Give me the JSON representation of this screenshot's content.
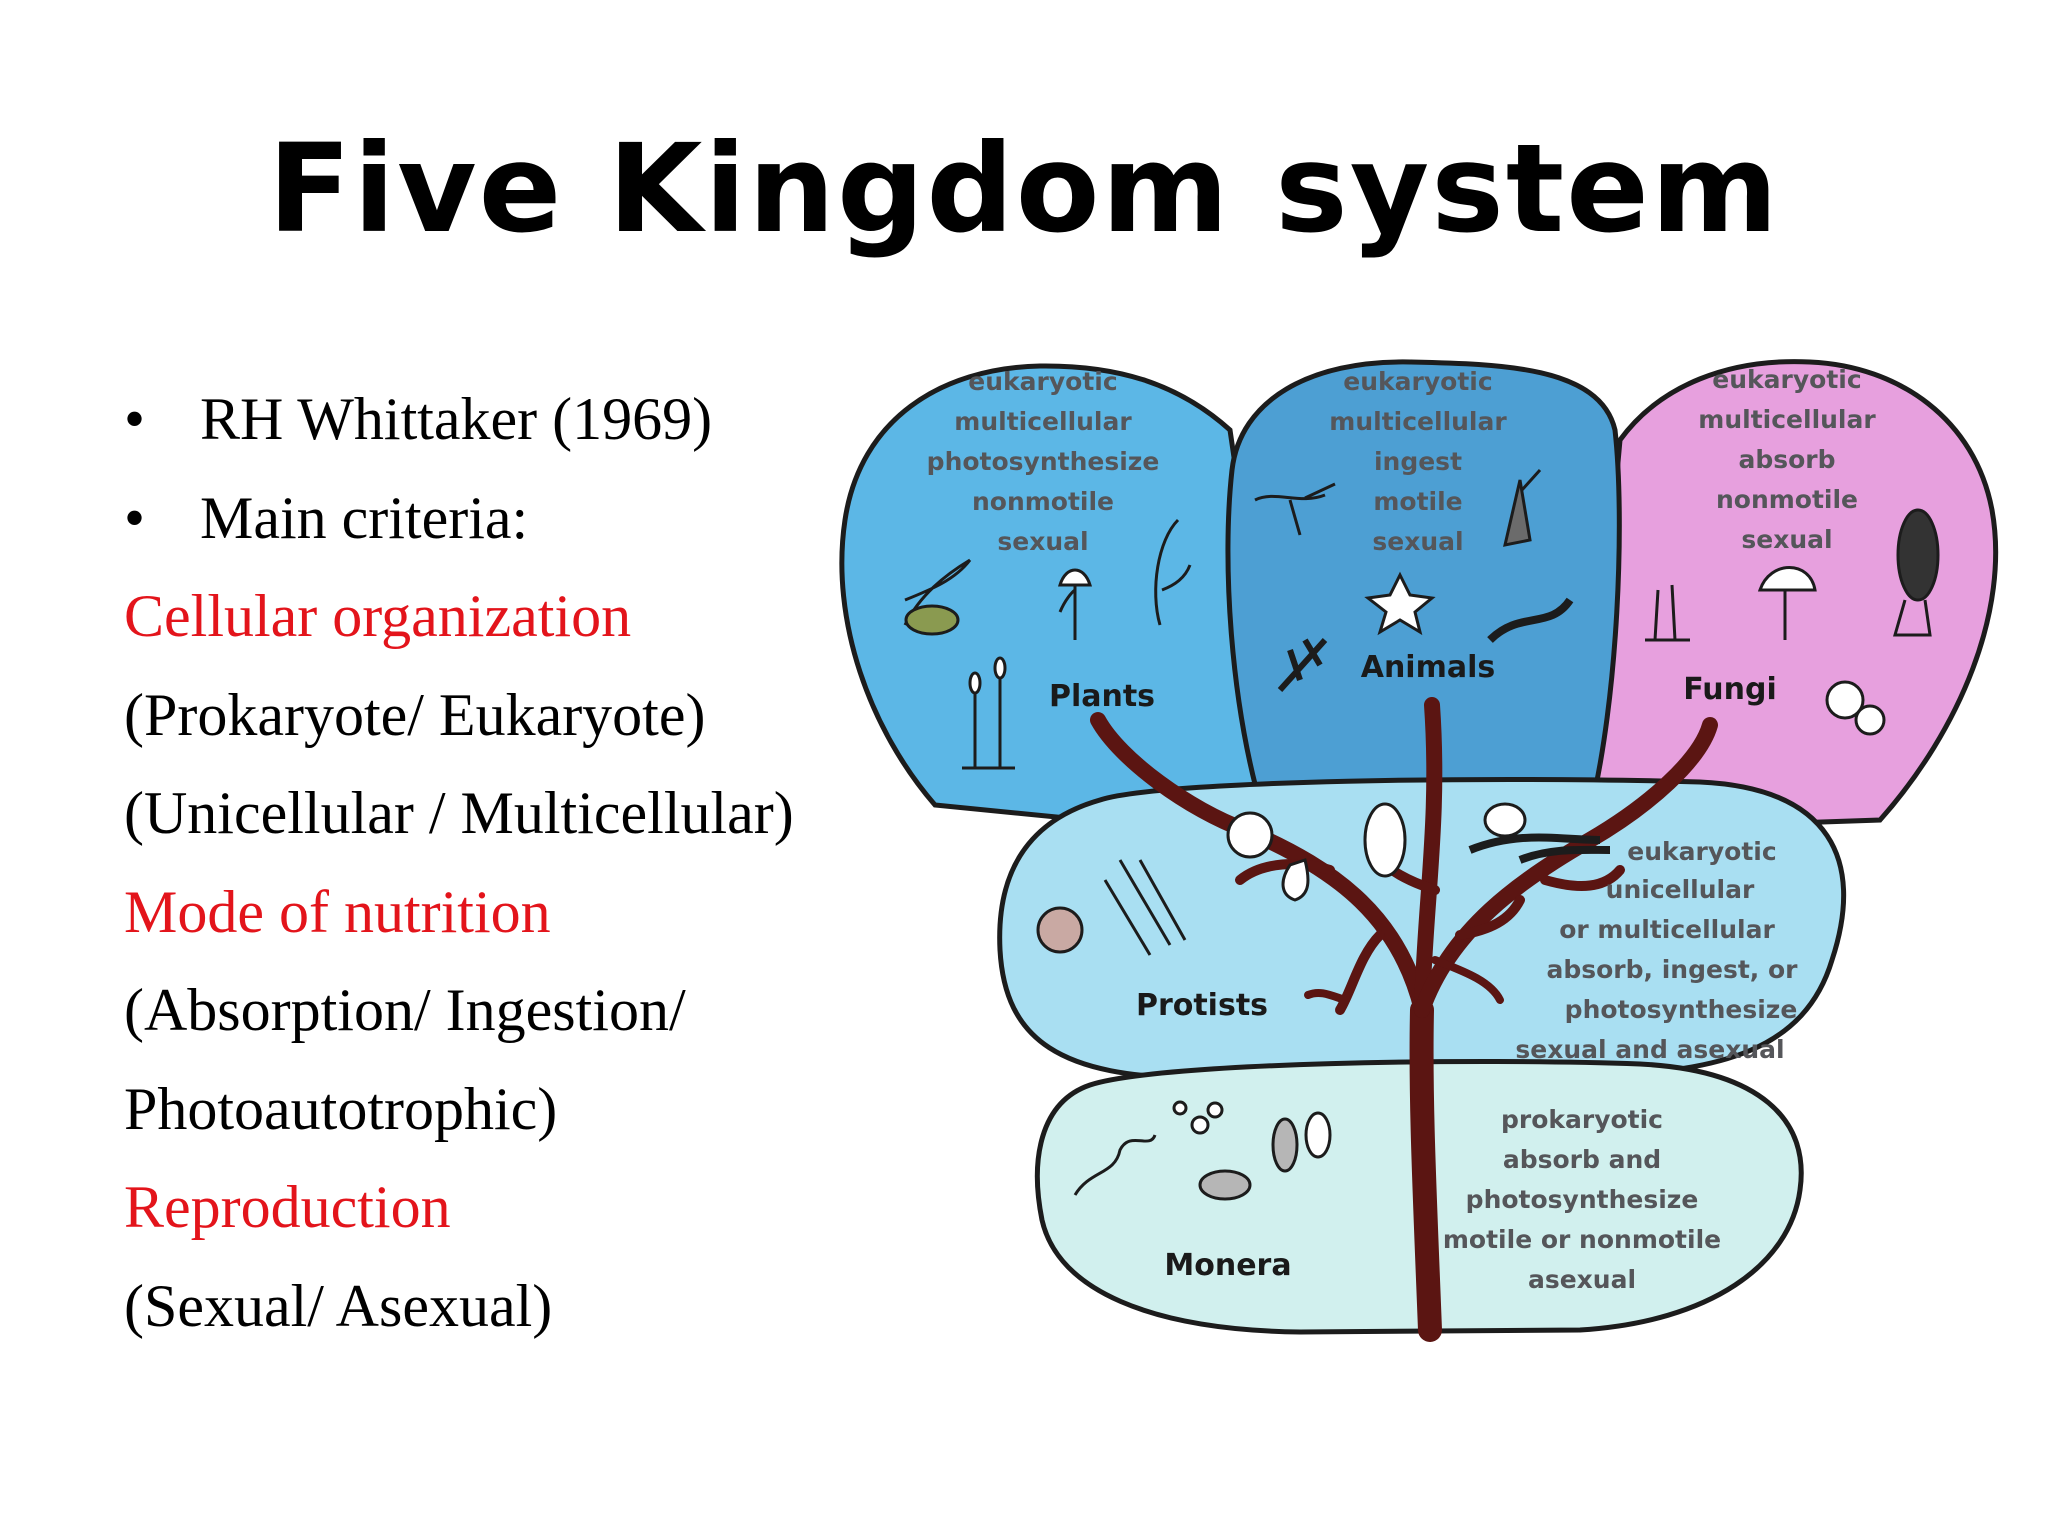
{
  "slide": {
    "title": "Five Kingdom system",
    "lines": [
      {
        "text": "RH Whittaker (1969)",
        "bullet": true,
        "red": false
      },
      {
        "text": "Main criteria:",
        "bullet": true,
        "red": false
      },
      {
        "text": "Cellular organization",
        "bullet": false,
        "red": true
      },
      {
        "text": "(Prokaryote/ Eukaryote)",
        "bullet": false,
        "red": false
      },
      {
        "text": "(Unicellular / Multicellular)",
        "bullet": false,
        "red": false
      },
      {
        "text": "Mode of nutrition",
        "bullet": false,
        "red": true
      },
      {
        "text": "(Absorption/ Ingestion/",
        "bullet": false,
        "red": false
      },
      {
        "text": "Photoautotrophic)",
        "bullet": false,
        "red": false
      },
      {
        "text": "Reproduction",
        "bullet": false,
        "red": true
      },
      {
        "text": "(Sexual/ Asexual)",
        "bullet": false,
        "red": false
      }
    ],
    "bullet_char": "•",
    "colors": {
      "accent_red": "#e3141b",
      "plants": "#5cb7e6",
      "animals": "#4d9fd3",
      "fungi": "#e7a0de",
      "protists": "#a9dff2",
      "monera": "#d1f0ee",
      "trunk": "#5b1512"
    }
  },
  "diagram": {
    "plants": {
      "name": "Plants",
      "traits": [
        "eukaryotic",
        "multicellular",
        "photosynthesize",
        "nonmotile",
        "sexual"
      ]
    },
    "animals": {
      "name": "Animals",
      "traits": [
        "eukaryotic",
        "multicellular",
        "ingest",
        "motile",
        "sexual"
      ]
    },
    "fungi": {
      "name": "Fungi",
      "traits": [
        "eukaryotic",
        "multicellular",
        "absorb",
        "nonmotile",
        "sexual"
      ]
    },
    "protists": {
      "name": "Protists",
      "traits": [
        "eukaryotic",
        "unicellular",
        "or multicellular",
        "absorb, ingest, or",
        "photosynthesize",
        "sexual and asexual"
      ]
    },
    "monera": {
      "name": "Monera",
      "traits": [
        "prokaryotic",
        "absorb and",
        "photosynthesize",
        "motile or nonmotile",
        "asexual"
      ]
    }
  }
}
